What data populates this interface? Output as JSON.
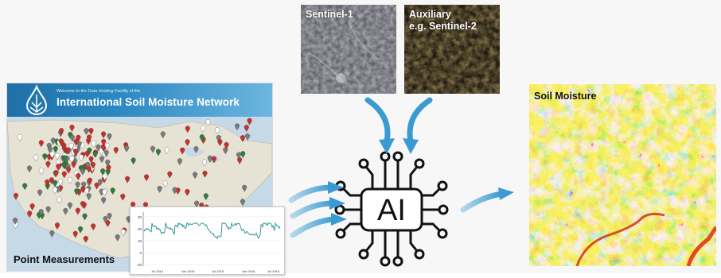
{
  "ismn": {
    "welcome": "Welcome to the Data Hosting Facility of the",
    "title": "International Soil Moisture Network"
  },
  "labels": {
    "point_measurements": "Point Measurements",
    "sentinel1": "Sentinel-1",
    "auxiliary": "Auxiliary\ne.g. Sentinel-2",
    "ai": "AI",
    "soil_moisture": "Soil Moisture"
  },
  "timeseries": {
    "y_ticks": [
      "30",
      "20",
      "10",
      "0",
      "-10"
    ],
    "x_ticks": [
      "Jul 2014",
      "Jan 2015",
      "Jul 2015",
      "Jan 2016",
      "Jul 2016"
    ]
  },
  "colors": {
    "arrow": "#3a9bd3",
    "ismn_blue": "#2a87c1",
    "series": "#1f8f8a",
    "chip": "#111111"
  },
  "icons": {
    "ismn_logo": "water-drop-icon",
    "ai_chip": "circuit-chip-icon",
    "arrow": "curved-arrow-icon"
  }
}
